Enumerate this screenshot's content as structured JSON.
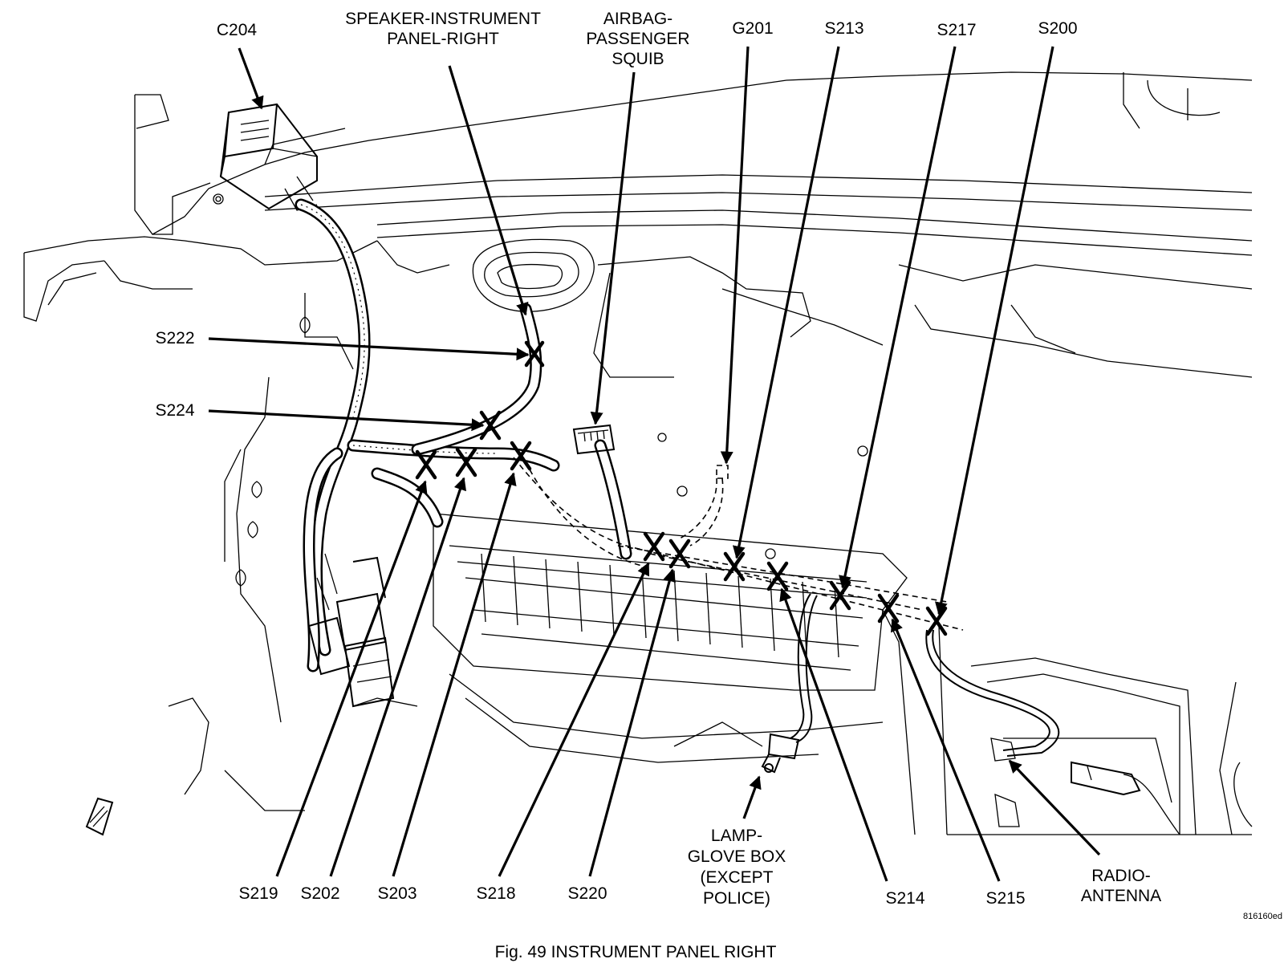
{
  "figure": {
    "caption": "Fig. 49   INSTRUMENT PANEL RIGHT",
    "code": "816160ed"
  },
  "labels": [
    {
      "id": "c204",
      "lines": [
        "C204"
      ]
    },
    {
      "id": "speaker",
      "lines": [
        "SPEAKER-INSTRUMENT",
        "PANEL-RIGHT"
      ]
    },
    {
      "id": "airbag",
      "lines": [
        "AIRBAG-",
        "PASSENGER",
        "SQUIB"
      ]
    },
    {
      "id": "g201",
      "lines": [
        "G201"
      ]
    },
    {
      "id": "s213",
      "lines": [
        "S213"
      ]
    },
    {
      "id": "s217",
      "lines": [
        "S217"
      ]
    },
    {
      "id": "s200",
      "lines": [
        "S200"
      ]
    },
    {
      "id": "s222",
      "lines": [
        "S222"
      ]
    },
    {
      "id": "s224",
      "lines": [
        "S224"
      ]
    },
    {
      "id": "s219",
      "lines": [
        "S219"
      ]
    },
    {
      "id": "s202",
      "lines": [
        "S202"
      ]
    },
    {
      "id": "s203",
      "lines": [
        "S203"
      ]
    },
    {
      "id": "s218",
      "lines": [
        "S218"
      ]
    },
    {
      "id": "s220",
      "lines": [
        "S220"
      ]
    },
    {
      "id": "lamp",
      "lines": [
        "LAMP-",
        "GLOVE BOX",
        "(EXCEPT",
        "POLICE)"
      ]
    },
    {
      "id": "s214",
      "lines": [
        "S214"
      ]
    },
    {
      "id": "s215",
      "lines": [
        "S215"
      ]
    },
    {
      "id": "radio",
      "lines": [
        "RADIO-",
        "ANTENNA"
      ]
    }
  ]
}
